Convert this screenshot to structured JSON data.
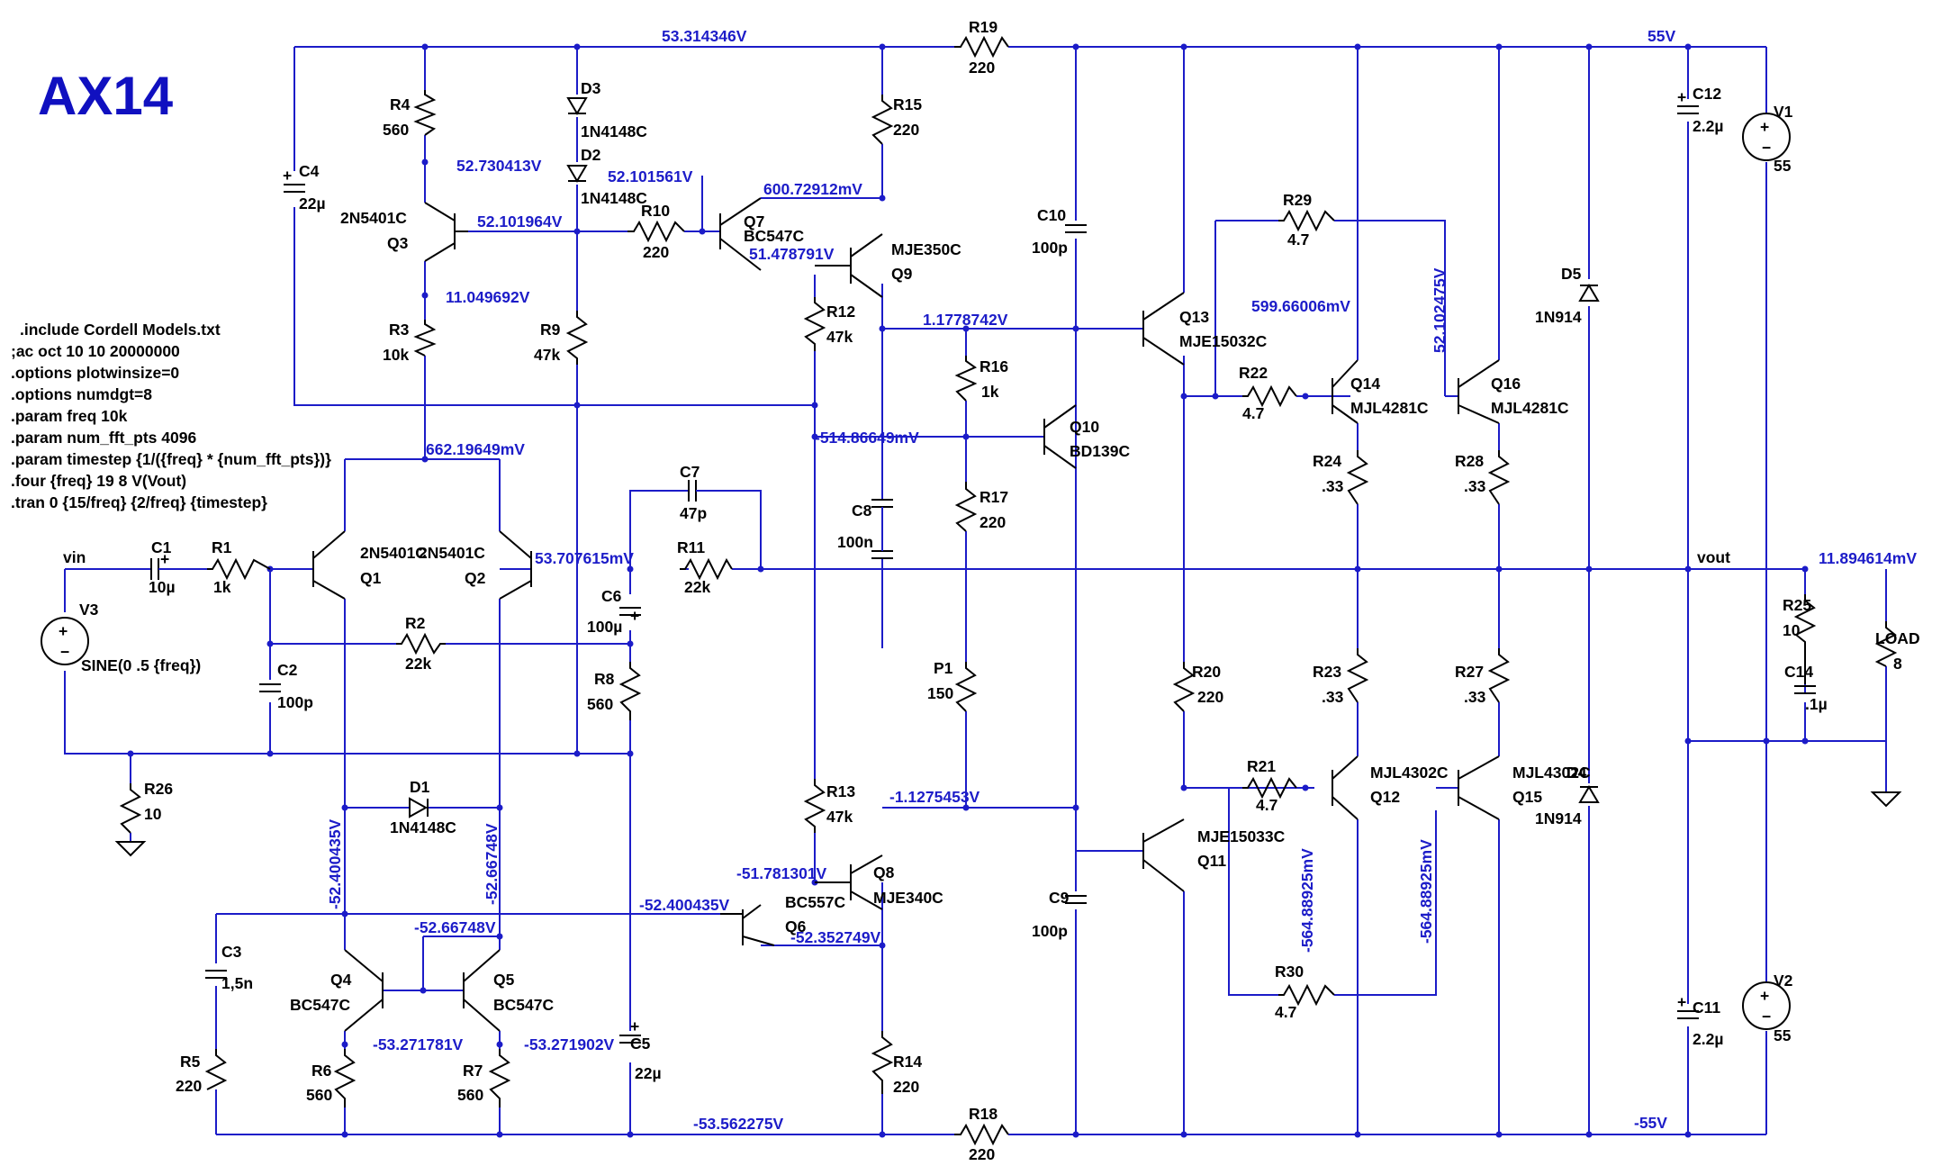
{
  "title": "AX14",
  "directives": [
    ".include Cordell Models.txt",
    ";ac oct 10 10 20000000",
    ".options plotwinsize=0",
    ".options numdgt=8",
    ".param freq 10k",
    ".param num_fft_pts 4096",
    ".param timestep {1/({freq} * {num_fft_pts})}",
    ".four {freq} 19 8 V(Vout)",
    ".tran 0 {15/freq} {2/freq} {timestep}"
  ],
  "nets": {
    "vin": "vin",
    "vout": "vout",
    "vplus": "55V",
    "vminus": "-55V"
  },
  "sources": {
    "v1": {
      "name": "V1",
      "value": "55"
    },
    "v2": {
      "name": "V2",
      "value": "55"
    },
    "v3": {
      "name": "V3",
      "value": "SINE(0 .5 {freq})"
    }
  },
  "components": {
    "R1": {
      "name": "R1",
      "value": "1k"
    },
    "R2": {
      "name": "R2",
      "value": "22k"
    },
    "R3": {
      "name": "R3",
      "value": "10k"
    },
    "R4": {
      "name": "R4",
      "value": "560"
    },
    "R5": {
      "name": "R5",
      "value": "220"
    },
    "R6": {
      "name": "R6",
      "value": "560"
    },
    "R7": {
      "name": "R7",
      "value": "560"
    },
    "R8": {
      "name": "R8",
      "value": "560"
    },
    "R9": {
      "name": "R9",
      "value": "47k"
    },
    "R10": {
      "name": "R10",
      "value": "220"
    },
    "R11": {
      "name": "R11",
      "value": "22k"
    },
    "R12": {
      "name": "R12",
      "value": "47k"
    },
    "R13": {
      "name": "R13",
      "value": "47k"
    },
    "R14": {
      "name": "R14",
      "value": "220"
    },
    "R15": {
      "name": "R15",
      "value": "220"
    },
    "R16": {
      "name": "R16",
      "value": "1k"
    },
    "R17": {
      "name": "R17",
      "value": "220"
    },
    "R18": {
      "name": "R18",
      "value": "220"
    },
    "R19": {
      "name": "R19",
      "value": "220"
    },
    "R20": {
      "name": "R20",
      "value": "220"
    },
    "R21": {
      "name": "R21",
      "value": "4.7"
    },
    "R22": {
      "name": "R22",
      "value": "4.7"
    },
    "R23": {
      "name": "R23",
      "value": ".33"
    },
    "R24": {
      "name": "R24",
      "value": ".33"
    },
    "R25": {
      "name": "R25",
      "value": "10"
    },
    "R26": {
      "name": "R26",
      "value": "10"
    },
    "R27": {
      "name": "R27",
      "value": ".33"
    },
    "R28": {
      "name": "R28",
      "value": ".33"
    },
    "R29": {
      "name": "R29",
      "value": "4.7"
    },
    "R30": {
      "name": "R30",
      "value": "4.7"
    },
    "LOAD": {
      "name": "LOAD",
      "value": "8"
    },
    "P1": {
      "name": "P1",
      "value": "150"
    },
    "C1": {
      "name": "C1",
      "value": "10µ"
    },
    "C2": {
      "name": "C2",
      "value": "100p"
    },
    "C3": {
      "name": "C3",
      "value": "1,5n"
    },
    "C4": {
      "name": "C4",
      "value": "22µ"
    },
    "C5": {
      "name": "C5",
      "value": "22µ"
    },
    "C6": {
      "name": "C6",
      "value": "100µ"
    },
    "C7": {
      "name": "C7",
      "value": "47p"
    },
    "C8": {
      "name": "C8",
      "value": "100n"
    },
    "C9": {
      "name": "C9",
      "value": "100p"
    },
    "C10": {
      "name": "C10",
      "value": "100p"
    },
    "C11": {
      "name": "C11",
      "value": "2.2µ"
    },
    "C12": {
      "name": "C12",
      "value": "2.2µ"
    },
    "C14": {
      "name": "C14",
      "value": ".1µ"
    },
    "D1": {
      "name": "D1",
      "value": "1N4148C"
    },
    "D2": {
      "name": "D2",
      "value": "1N4148C"
    },
    "D3": {
      "name": "D3",
      "value": "1N4148C"
    },
    "D4": {
      "name": "D4",
      "value": "1N914"
    },
    "D5": {
      "name": "D5",
      "value": "1N914"
    },
    "Q1": {
      "name": "Q1",
      "value": "2N5401C"
    },
    "Q2": {
      "name": "Q2",
      "value": "2N5401C"
    },
    "Q3": {
      "name": "Q3",
      "value": "2N5401C"
    },
    "Q4": {
      "name": "Q4",
      "value": "BC547C"
    },
    "Q5": {
      "name": "Q5",
      "value": "BC547C"
    },
    "Q6": {
      "name": "Q6",
      "value": "BC557C"
    },
    "Q7": {
      "name": "Q7",
      "value": "BC547C"
    },
    "Q8": {
      "name": "Q8",
      "value": "MJE340C"
    },
    "Q9": {
      "name": "Q9",
      "value": "MJE350C"
    },
    "Q10": {
      "name": "Q10",
      "value": "BD139C"
    },
    "Q11": {
      "name": "Q11",
      "value": "MJE15033C"
    },
    "Q12": {
      "name": "Q12",
      "value": "MJL4302C"
    },
    "Q13": {
      "name": "Q13",
      "value": "MJE15032C"
    },
    "Q14": {
      "name": "Q14",
      "value": "MJL4281C"
    },
    "Q15": {
      "name": "Q15",
      "value": "MJL4302C"
    },
    "Q16": {
      "name": "Q16",
      "value": "MJL4281C"
    }
  },
  "voltages": {
    "top_rail": "53.314346V",
    "q3_emitter": "52.730413V",
    "q3_base": "52.101964V",
    "q3_collector": "11.049692V",
    "q7_base": "52.101561V",
    "q7_collector": "600.72912mV",
    "q7_emitter": "51.478791V",
    "vbe_top": "1.1778742V",
    "q13_base": "599.66006mV",
    "q16_base": "52.102475V",
    "q10_base": "-514.86649mV",
    "ltp_tail": "662.19649mV",
    "q2_base": "53.707615mV",
    "vout": "11.894614mV",
    "vbe_bottom": "-1.1275453V",
    "q1_collector": "-52.400435V",
    "q2_collector": "-52.66748V",
    "q8_base": "-51.781301V",
    "q6_base": "-52.400435V",
    "q6_collector": "-52.352749V",
    "q4_base": "-52.66748V",
    "q4_emitter": "-53.271781V",
    "q5_emitter": "-53.271902V",
    "bottom_rail": "-53.562275V",
    "q12_base": "-564.88925mV",
    "q15_base": "-564.88925mV"
  }
}
